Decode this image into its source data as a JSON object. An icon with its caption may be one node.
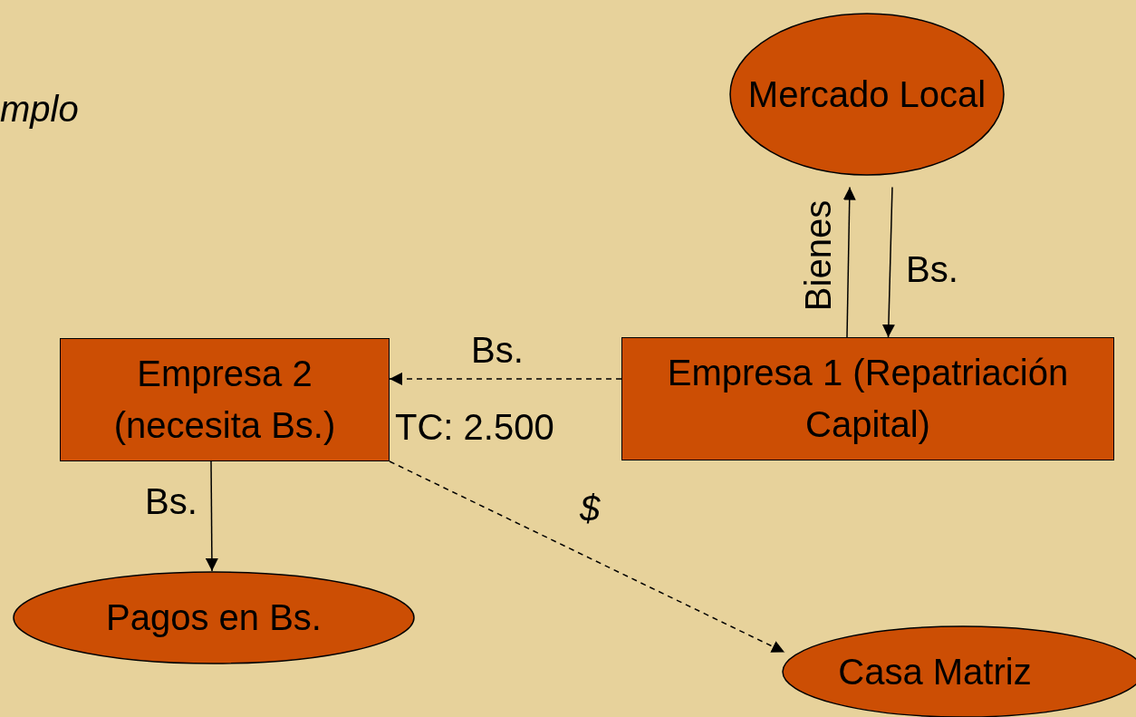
{
  "diagram": {
    "title": "mplo",
    "nodes": [
      {
        "text": [
          "Mercado Local"
        ]
      },
      {
        "text": [
          "Empresa 1 (Repatriación Capital)"
        ]
      },
      {
        "text": [
          "Empresa 2 (necesita Bs.)"
        ]
      },
      {
        "text": [
          "Pagos en Bs."
        ]
      },
      {
        "text": [
          "Casa Matriz"
        ]
      }
    ],
    "edges": [
      {
        "from": 1,
        "to": 0,
        "arrow": "to",
        "label": "Bienes"
      },
      {
        "from": 0,
        "to": 1,
        "arrow": "to",
        "label": "Bs."
      },
      {
        "from": 1,
        "to": 2,
        "arrow": "to",
        "label": "Bs.",
        "style": "dashed"
      },
      {
        "from": 2,
        "to": 3,
        "arrow": "to",
        "label": "Bs."
      },
      {
        "from": 2,
        "to": 4,
        "arrow": "to",
        "label": "$",
        "style": "dashed"
      }
    ],
    "labels": [
      "TC: 2.500"
    ]
  }
}
